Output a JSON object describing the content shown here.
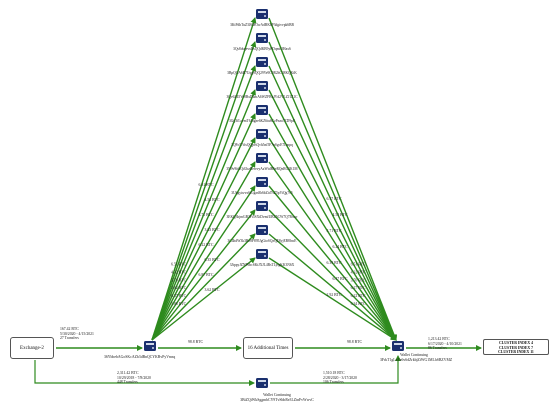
{
  "theme": {
    "edge_color": "#2e8b1e",
    "node_fill": "#1a2f6e",
    "node_accent": "#cfd8e8",
    "neutral_edge": "#777777"
  },
  "top_wallets": [
    {
      "label": "3KtPdhTuZ3J6MOwAdBKbP3dgivvpk6BB",
      "left_btc": "",
      "right_btc": ""
    },
    {
      "label": "3Qs8dsqevxBsQQdKB9yPDqmtOHax6",
      "left_btc": "",
      "right_btc": ""
    },
    {
      "label": "3BpQOA6R7Uqg8QQ29Ve9C9R2hC38KQKtK",
      "left_btc": "",
      "right_btc": ""
    },
    {
      "label": "3Qv6Z45Ve8BxD4mA6WZFBxJVd2VLZJ1Z1C",
      "left_btc": "",
      "right_btc": ""
    },
    {
      "label": "3Gij3fLcemT6Jdgae6KZ6tu6CzPnza7ZD9pE",
      "left_btc": "6.51 BTC",
      "right_btc": "6.51 BTC"
    },
    {
      "label": "3QFo57tfxQQpfsQvh5nf5F7nSgcE7Lmpq",
      "left_btc": "4.32 BTC",
      "right_btc": "4.32 BTC"
    },
    {
      "label": "3N9v9frkQtGbzRerevyAzWtdR6eRQnRG3K1M",
      "left_btc": "3.70 BTC",
      "right_btc": "3.70 BTC"
    },
    {
      "label": "3Ukgytwvx6tGgas8h6bZid7sZ5pViQg7v5",
      "left_btc": "3.62 BTC",
      "right_btc": "6.27 BTC"
    },
    {
      "label": "3EKQ3bjmGB3Ft5SXtDvmfUBZ5CW7Q7Bxwr",
      "left_btc": "6.37 BTC",
      "right_btc": "6.22 BTC"
    },
    {
      "label": "3C4hdW3k3Bo8F895JgGtoSQzQE8yjEB8hwE",
      "left_btc": "5.86 BTC",
      "right_btc": "6.34 BTC"
    },
    {
      "label": "3JtppyJZNF6bcSKtJXJL4RsTLytgKK3N6X",
      "left_btc": "",
      "right_btc": ""
    }
  ],
  "more_edge_labels": {
    "left": [
      "6.31 BTC",
      "4.52 BTC",
      "3.71 BTC",
      "3.63 BTC",
      "6.22 BTC",
      "6.35 BTC",
      "6.87 BTC",
      "3.62 BTC"
    ],
    "right": [
      "6.37 BTC",
      "4.52 BTC",
      "3.71 BTC",
      "6.24 BTC",
      "6.39 BTC",
      "6.47 BTC",
      "2.92 BTC"
    ]
  },
  "exchange": {
    "label": "Exchange-2"
  },
  "exchange_edge": {
    "amount": "167.42 BTC",
    "dates": "5/30/2020 - 4/15/2021",
    "transfers": "27 Transfers"
  },
  "hub_left": {
    "address": "36YbbebAGoSKcAZb3dBnQCYKBvPyVmsq"
  },
  "hub_left_out": {
    "amount": "98.8 BTC"
  },
  "additional": {
    "label": "16 Additional Times"
  },
  "additional_out": {
    "amount": "98.8 BTC"
  },
  "hub_right": {
    "name": "Wallet Continuing",
    "address": "3FrkT1gLnTz6v6dZrkbjZiWG1MLhSBZVMZ"
  },
  "cluster_edge": {
    "amount": "1,213.42 BTC",
    "dates": "6/17/2020 - 4/10/2021",
    "transfers": "86 Transfers"
  },
  "clusters": [
    "CLUSTER INDEX 4",
    "CLUSTER INDEX 7",
    "CLUSTER INDEX 11"
  ],
  "bottom_wallet": {
    "name": "Wallet Continuing",
    "address": "3BtZQiWkSggmbCY9TvSbbRe3LZtnFvWwvC"
  },
  "bottom_left_edge": {
    "amount": "2,311.42 BTC",
    "dates": "10/29/2018 - 7/8/2020",
    "transfers": "448 Transfers"
  },
  "bottom_right_edge": {
    "amount": "1,510.18 BTC",
    "dates": "2/28/2020 - 3/17/2020",
    "transfers": "106 Transfers"
  }
}
